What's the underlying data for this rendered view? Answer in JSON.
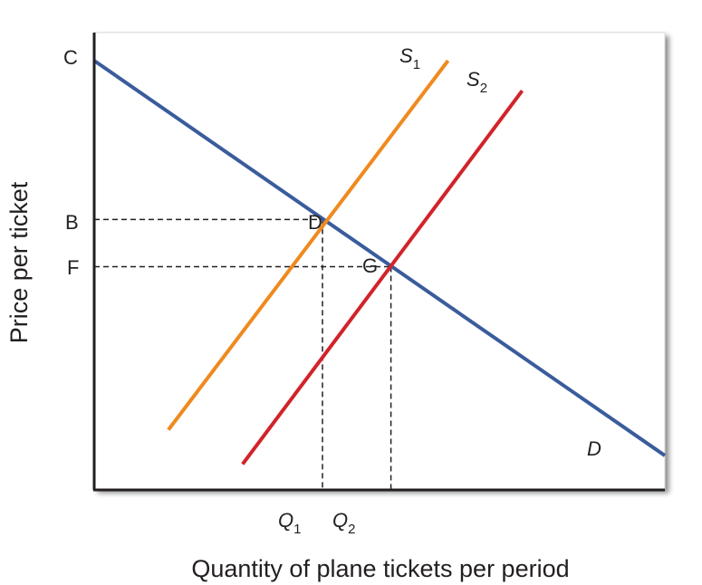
{
  "chart_data": {
    "type": "line",
    "title": "",
    "xlabel": "Quantity of plane tickets per period",
    "ylabel": "Price per ticket",
    "xlim": [
      0,
      100
    ],
    "ylim": [
      0,
      100
    ],
    "grid": false,
    "series": [
      {
        "name": "D",
        "color": "#3a5c9c",
        "points": [
          [
            0,
            100
          ],
          [
            100,
            8
          ]
        ]
      },
      {
        "name": "S1",
        "color": "#ef8a1f",
        "points": [
          [
            13,
            14
          ],
          [
            62,
            100
          ]
        ]
      },
      {
        "name": "S2",
        "color": "#d2232a",
        "points": [
          [
            26,
            6
          ],
          [
            75,
            93
          ]
        ]
      }
    ],
    "points": [
      {
        "label": "D",
        "x": 40,
        "y": 63
      },
      {
        "label": "G",
        "x": 52,
        "y": 52
      }
    ],
    "y_tick_labels": [
      {
        "label": "C",
        "value": 100
      },
      {
        "label": "B",
        "value": 63
      },
      {
        "label": "F",
        "value": 52
      }
    ],
    "x_tick_labels": [
      {
        "label": "Q",
        "sub": "1",
        "value": 40
      },
      {
        "label": "Q",
        "sub": "2",
        "value": 52
      }
    ],
    "curve_labels": [
      {
        "label": "S",
        "sub": "1"
      },
      {
        "label": "S",
        "sub": "2"
      },
      {
        "label": "D"
      }
    ]
  }
}
